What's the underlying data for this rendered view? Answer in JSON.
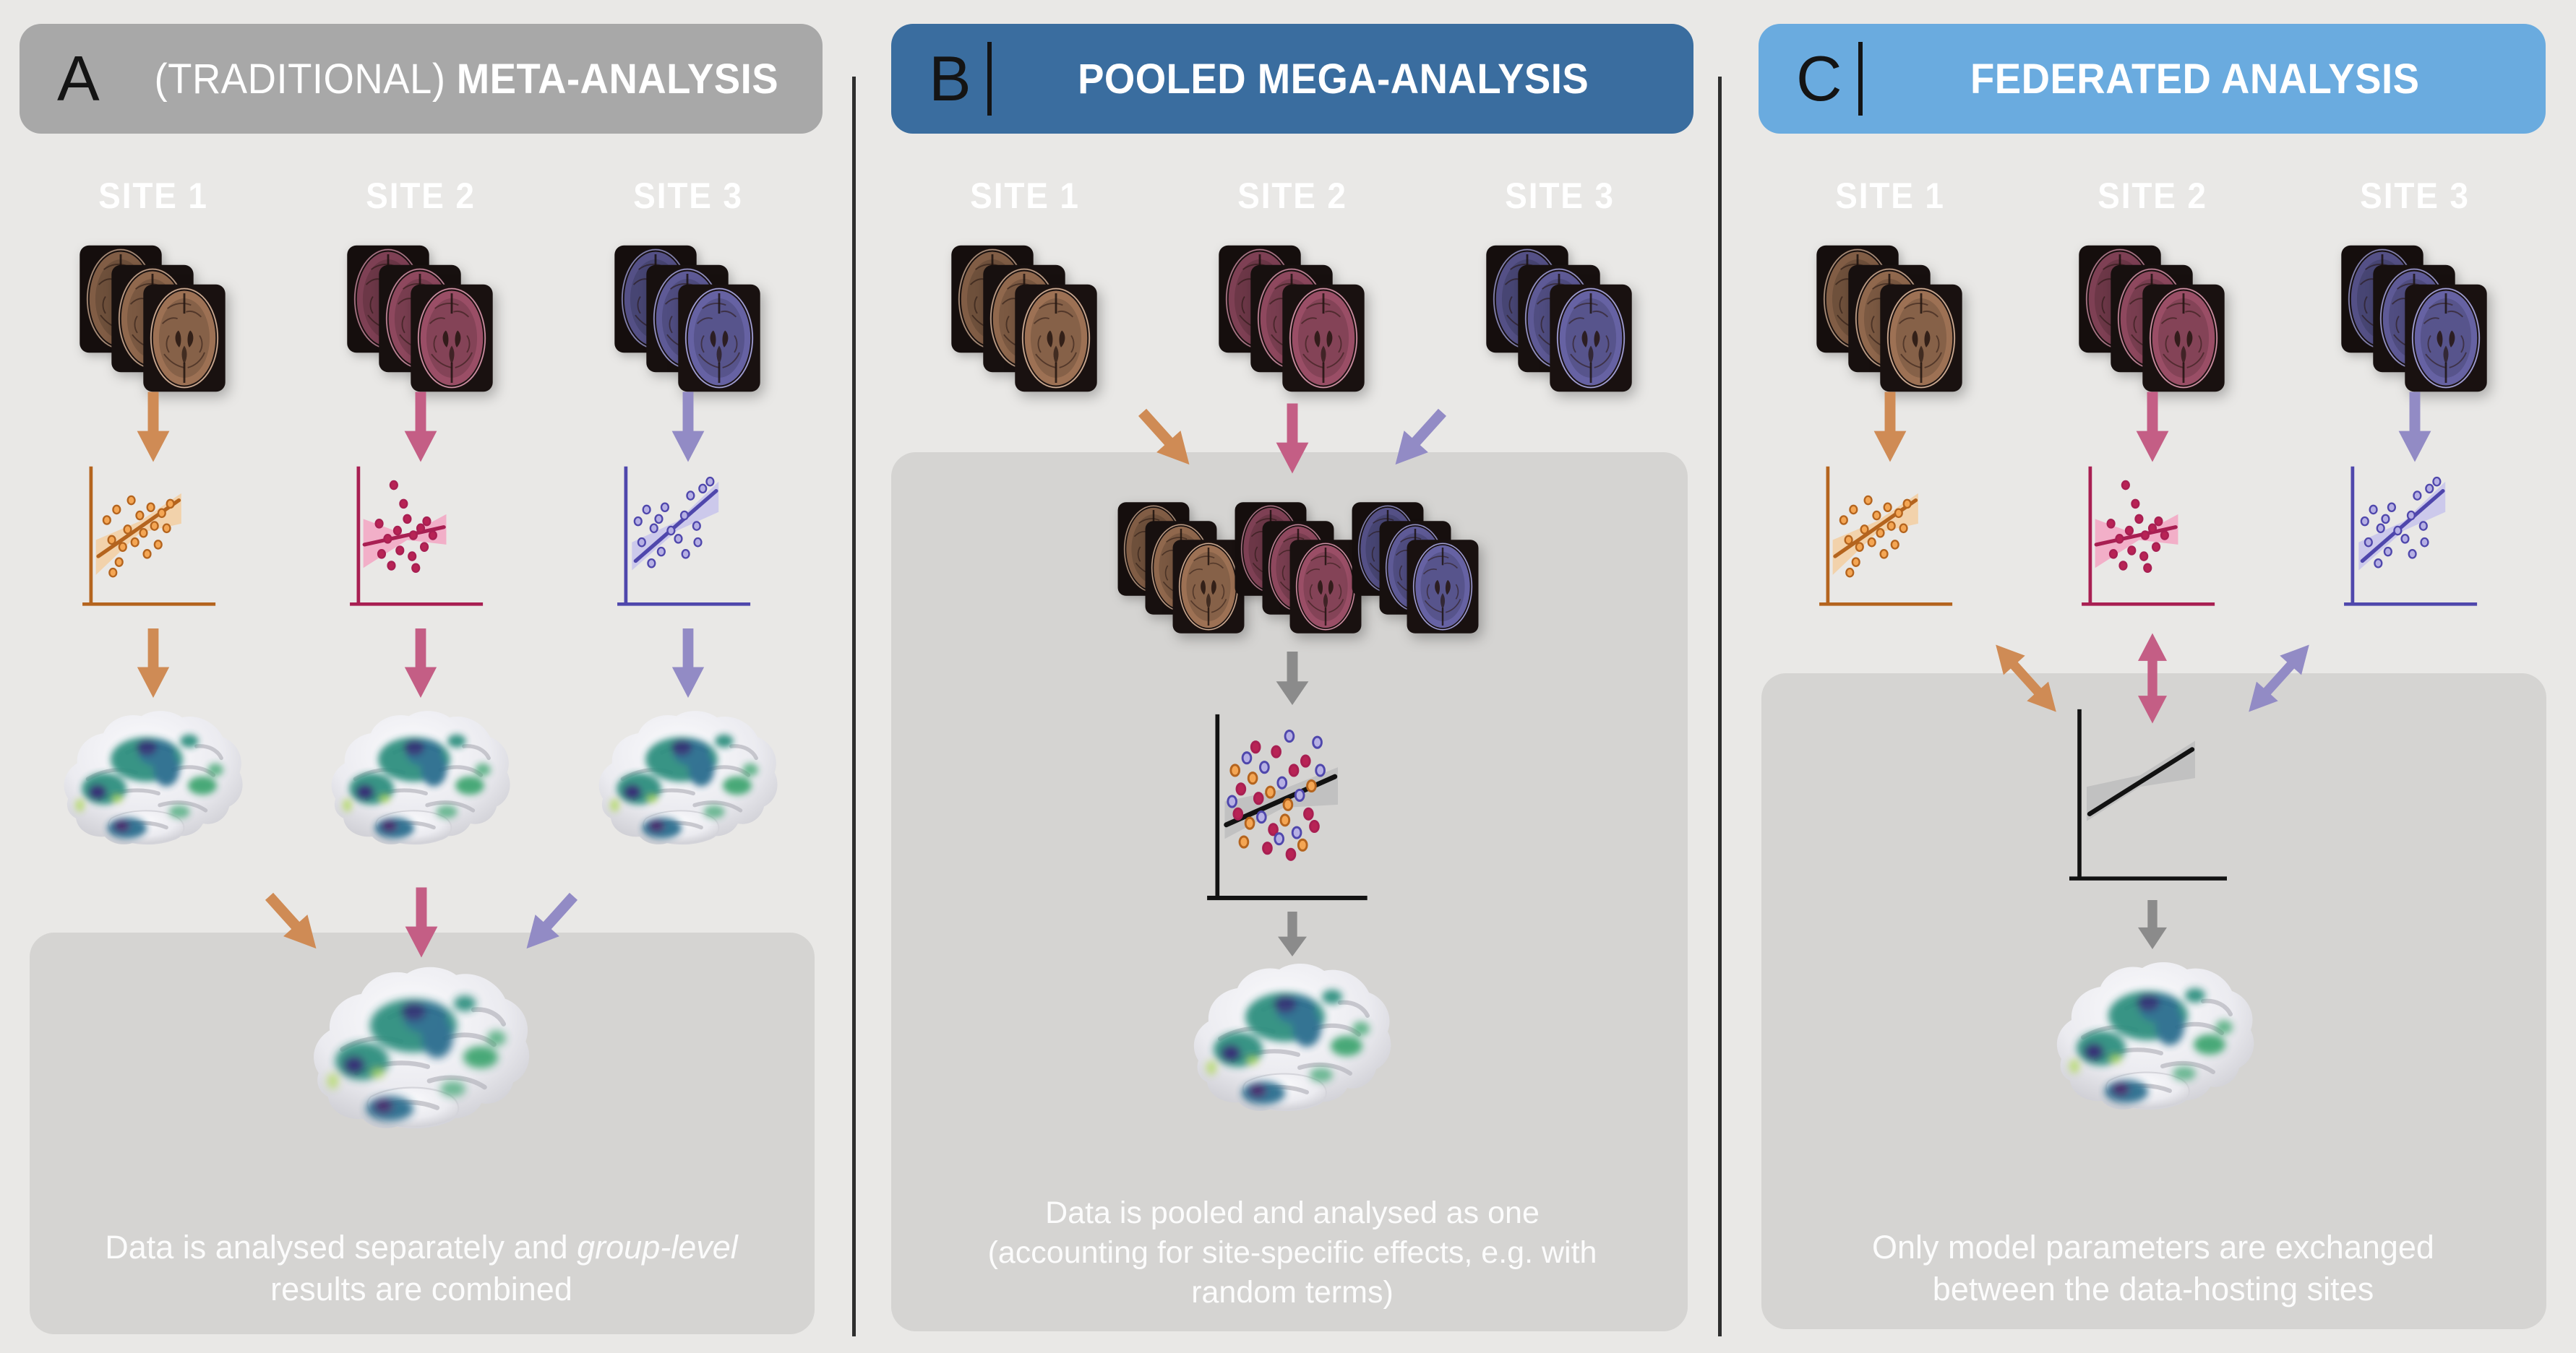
{
  "colors": {
    "bg": "#e9e8e6",
    "box": "#d5d4d2",
    "divider": "#2e2e2e",
    "header_a": "#a8a8a8",
    "header_b": "#3a6d9f",
    "header_c": "#6aabdf",
    "site1": "#cf8b55",
    "site1_dark": "#b4641e",
    "site1_point": "#f4a654",
    "site1_light": "#f2cfa6",
    "site1_card": "#a87a5a",
    "site2": "#c45e85",
    "site2_dark": "#a81f52",
    "site2_point": "#b82355",
    "site2_light": "#f2a9c6",
    "site2_card": "#a5546e",
    "site3": "#928bc5",
    "site3_dark": "#4f47ac",
    "site3_point": "#b6b0e4",
    "site3_light": "#c9c5ec",
    "site3_card": "#6d69b0",
    "gray_arrow": "#8b8b8b",
    "band_gray": "#bfbfbf",
    "ink": "#121212"
  },
  "sites": [
    "SITE 1",
    "SITE 2",
    "SITE 3"
  ],
  "panels": {
    "a": {
      "label": "A",
      "title_prefix": "(TRADITIONAL)",
      "title": "META-ANALYSIS",
      "caption_pre": "Data is analysed separately and ",
      "caption_italic": "group-level",
      "caption_post": " results are combined"
    },
    "b": {
      "label": "B",
      "title": "POOLED MEGA-ANALYSIS",
      "caption": "Data is pooled and analysed as one (accounting for site-specific effects, e.g. with random terms)"
    },
    "c": {
      "label": "C",
      "title": "FEDERATED ANALYSIS",
      "caption": "Only model parameters are exchanged between the data-hosting sites"
    }
  },
  "plots": {
    "site1": {
      "axis": "site1_dark",
      "band_color": "site1_light",
      "line_color": "site1_dark",
      "point_fill": "site1_point",
      "point_stroke": "site1_dark",
      "band": [
        [
          4,
          57
        ],
        [
          40,
          41
        ],
        [
          74,
          17
        ],
        [
          74,
          43
        ],
        [
          40,
          51
        ],
        [
          4,
          87
        ]
      ],
      "line": [
        [
          6,
          71
        ],
        [
          72,
          23
        ]
      ],
      "points": [
        [
          13,
          40
        ],
        [
          17,
          57
        ],
        [
          21,
          31
        ],
        [
          26,
          63
        ],
        [
          23,
          76
        ],
        [
          30,
          48
        ],
        [
          33,
          23
        ],
        [
          36,
          59
        ],
        [
          40,
          36
        ],
        [
          43,
          51
        ],
        [
          46,
          69
        ],
        [
          49,
          29
        ],
        [
          52,
          45
        ],
        [
          55,
          61
        ],
        [
          58,
          34
        ],
        [
          62,
          47
        ],
        [
          65,
          26
        ],
        [
          18,
          85
        ]
      ]
    },
    "site2": {
      "axis": "site2_dark",
      "band_color": "site2_light",
      "line_color": "site2_dark",
      "point_fill": "site2_point",
      "point_stroke": "site2_dark",
      "band": [
        [
          4,
          39
        ],
        [
          40,
          53
        ],
        [
          72,
          35
        ],
        [
          72,
          61
        ],
        [
          40,
          57
        ],
        [
          4,
          81
        ]
      ],
      "line": [
        [
          5,
          61
        ],
        [
          70,
          46
        ]
      ],
      "points": [
        [
          29,
          10
        ],
        [
          37,
          26
        ],
        [
          17,
          43
        ],
        [
          24,
          56
        ],
        [
          32,
          49
        ],
        [
          40,
          39
        ],
        [
          45,
          53
        ],
        [
          51,
          47
        ],
        [
          56,
          41
        ],
        [
          61,
          53
        ],
        [
          34,
          66
        ],
        [
          44,
          71
        ],
        [
          54,
          63
        ],
        [
          19,
          69
        ],
        [
          47,
          81
        ],
        [
          27,
          79
        ]
      ]
    },
    "site3": {
      "axis": "site3_dark",
      "band_color": "site3_light",
      "line_color": "site3_dark",
      "point_fill": "site3_point",
      "point_stroke": "site3_dark",
      "band": [
        [
          5,
          59
        ],
        [
          42,
          41
        ],
        [
          76,
          7
        ],
        [
          76,
          33
        ],
        [
          42,
          49
        ],
        [
          5,
          83
        ]
      ],
      "line": [
        [
          8,
          75
        ],
        [
          74,
          15
        ]
      ],
      "points": [
        [
          10,
          41
        ],
        [
          17,
          31
        ],
        [
          23,
          47
        ],
        [
          13,
          59
        ],
        [
          27,
          39
        ],
        [
          32,
          29
        ],
        [
          37,
          49
        ],
        [
          43,
          56
        ],
        [
          48,
          36
        ],
        [
          53,
          19
        ],
        [
          58,
          45
        ],
        [
          63,
          13
        ],
        [
          69,
          7
        ],
        [
          29,
          67
        ],
        [
          49,
          69
        ],
        [
          59,
          59
        ],
        [
          21,
          77
        ]
      ]
    },
    "pooled": {
      "axis": "ink",
      "band_color": "band_gray",
      "line_color": "ink",
      "palette": {
        "o": {
          "fill": "site1_point",
          "stroke": "site1_dark"
        },
        "p": {
          "fill": "site2_point",
          "stroke": "site2_dark"
        },
        "b": {
          "fill": "site3_point",
          "stroke": "site3_dark"
        }
      },
      "band": [
        [
          5,
          50
        ],
        [
          45,
          42
        ],
        [
          82,
          28
        ],
        [
          82,
          52
        ],
        [
          45,
          54
        ],
        [
          5,
          74
        ]
      ],
      "line": [
        [
          6,
          65
        ],
        [
          80,
          34
        ]
      ],
      "points": [
        [
          12,
          30,
          "o"
        ],
        [
          16,
          42,
          "p"
        ],
        [
          20,
          22,
          "b"
        ],
        [
          24,
          35,
          "o"
        ],
        [
          28,
          48,
          "p"
        ],
        [
          32,
          28,
          "b"
        ],
        [
          36,
          44,
          "o"
        ],
        [
          40,
          18,
          "p"
        ],
        [
          44,
          38,
          "b"
        ],
        [
          48,
          52,
          "o"
        ],
        [
          52,
          30,
          "p"
        ],
        [
          56,
          46,
          "b"
        ],
        [
          60,
          24,
          "p"
        ],
        [
          64,
          40,
          "o"
        ],
        [
          68,
          12,
          "b"
        ],
        [
          14,
          58,
          "p"
        ],
        [
          22,
          64,
          "o"
        ],
        [
          30,
          60,
          "b"
        ],
        [
          38,
          68,
          "p"
        ],
        [
          46,
          62,
          "o"
        ],
        [
          54,
          70,
          "b"
        ],
        [
          62,
          58,
          "p"
        ],
        [
          18,
          76,
          "o"
        ],
        [
          34,
          80,
          "p"
        ],
        [
          42,
          74,
          "b"
        ],
        [
          50,
          84,
          "p"
        ],
        [
          58,
          78,
          "o"
        ],
        [
          26,
          15,
          "p"
        ],
        [
          49,
          8,
          "b"
        ],
        [
          66,
          66,
          "p"
        ],
        [
          70,
          30,
          "b"
        ],
        [
          10,
          50,
          "b"
        ]
      ]
    },
    "federated": {
      "axis": "ink",
      "band_color": "band_gray",
      "line_color": "ink",
      "band": [
        [
          5,
          48
        ],
        [
          42,
          40
        ],
        [
          80,
          16
        ],
        [
          80,
          42
        ],
        [
          42,
          48
        ],
        [
          5,
          72
        ]
      ],
      "line": [
        [
          7,
          67
        ],
        [
          78,
          22
        ]
      ],
      "points": []
    }
  }
}
